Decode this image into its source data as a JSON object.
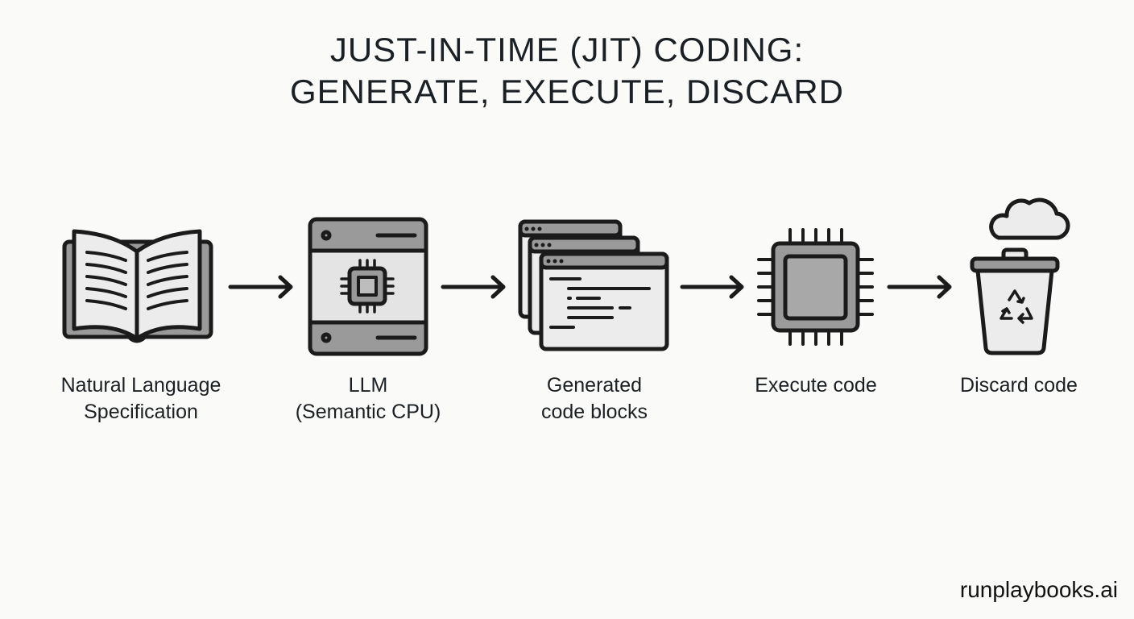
{
  "title": {
    "line1": "JUST-IN-TIME (JIT) CODING:",
    "line2": "GENERATE, EXECUTE, DISCARD"
  },
  "steps": [
    {
      "icon": "open-book-icon",
      "line1": "Natural Language",
      "line2": "Specification"
    },
    {
      "icon": "server-chip-icon",
      "line1": "LLM",
      "line2": "(Semantic CPU)"
    },
    {
      "icon": "code-windows-icon",
      "line1": "Generated",
      "line2": "code blocks"
    },
    {
      "icon": "cpu-chip-icon",
      "line1": "Execute code",
      "line2": ""
    },
    {
      "icon": "recycle-bin-icon",
      "line1": "Discard code",
      "line2": ""
    }
  ],
  "watermark": "runplaybooks.ai",
  "colors": {
    "stroke": "#1b1b1b",
    "fill_dark": "#9a9a9a",
    "fill_light": "#ececec",
    "background": "#fafaf8"
  }
}
